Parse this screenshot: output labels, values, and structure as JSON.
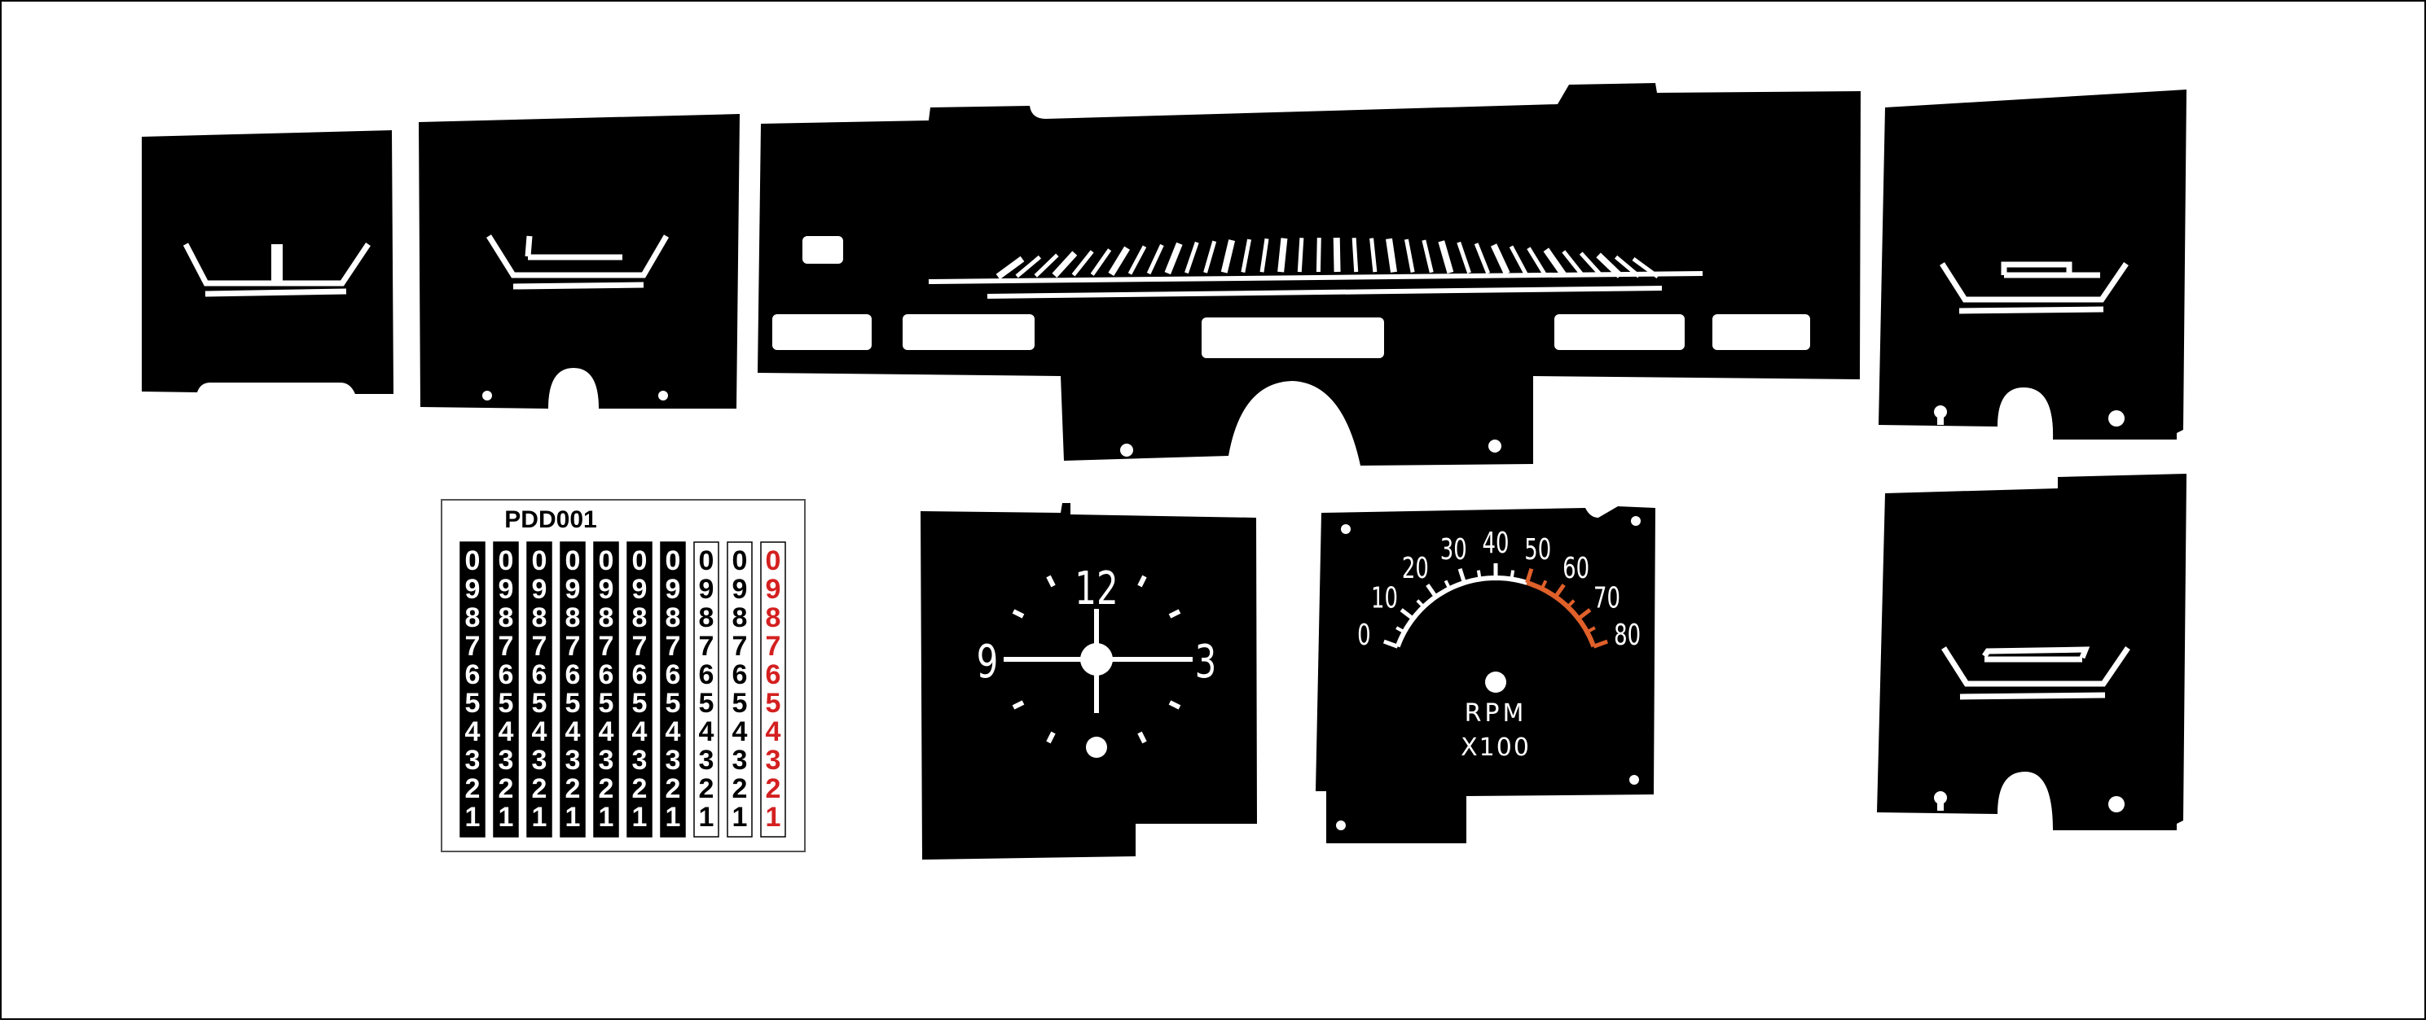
{
  "colors": {
    "background": "#ffffff",
    "panel": "#000000",
    "marking": "#ffffff",
    "redline": "#e0602a",
    "odometer_red": "#d42020"
  },
  "odometer": {
    "label": "PDD001",
    "digits": [
      "0",
      "9",
      "8",
      "7",
      "6",
      "5",
      "4",
      "3",
      "2",
      "1"
    ],
    "black_wheels": 7,
    "white_wheels": 2,
    "red_wheels": 1
  },
  "clock": {
    "numerals": {
      "twelve": "12",
      "three": "3",
      "nine": "9"
    }
  },
  "tachometer": {
    "labels": [
      "0",
      "10",
      "20",
      "30",
      "40",
      "50",
      "60",
      "70",
      "80"
    ],
    "rpm_text": "RPM",
    "multiplier_text": "X100",
    "redline_from": 50
  }
}
